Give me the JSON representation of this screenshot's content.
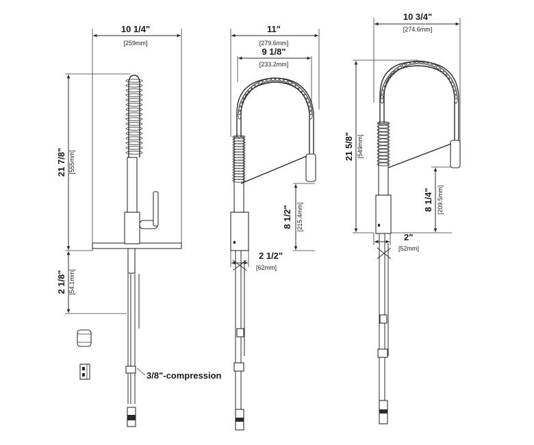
{
  "view_1": {
    "width_in": "10 1/4\"",
    "width_mm": "[259mm]",
    "height_in": "21 7/8\"",
    "height_mm": "[555mm]",
    "below_deck_in": "2 1/8\"",
    "below_deck_mm": "[54.1mm]",
    "connection_label": "3/8\"-compression"
  },
  "view_2": {
    "reach_in": "11\"",
    "reach_mm": "[279.6mm]",
    "arc_in": "9 1/8\"",
    "arc_mm": "[233.2mm]",
    "spout_height_in": "8 1/2\"",
    "spout_height_mm": "[215.4mm]",
    "base_in": "2 1/2\"",
    "base_mm": "[62mm]"
  },
  "view_3": {
    "width_in": "10 3/4\"",
    "width_mm": "[274.6mm]",
    "height_in": "21 5/8\"",
    "height_mm": "[549mm]",
    "spout_height_in": "8 1/4\"",
    "spout_height_mm": "[209.5mm]",
    "base_in": "2\"",
    "base_mm": "[52mm]"
  }
}
